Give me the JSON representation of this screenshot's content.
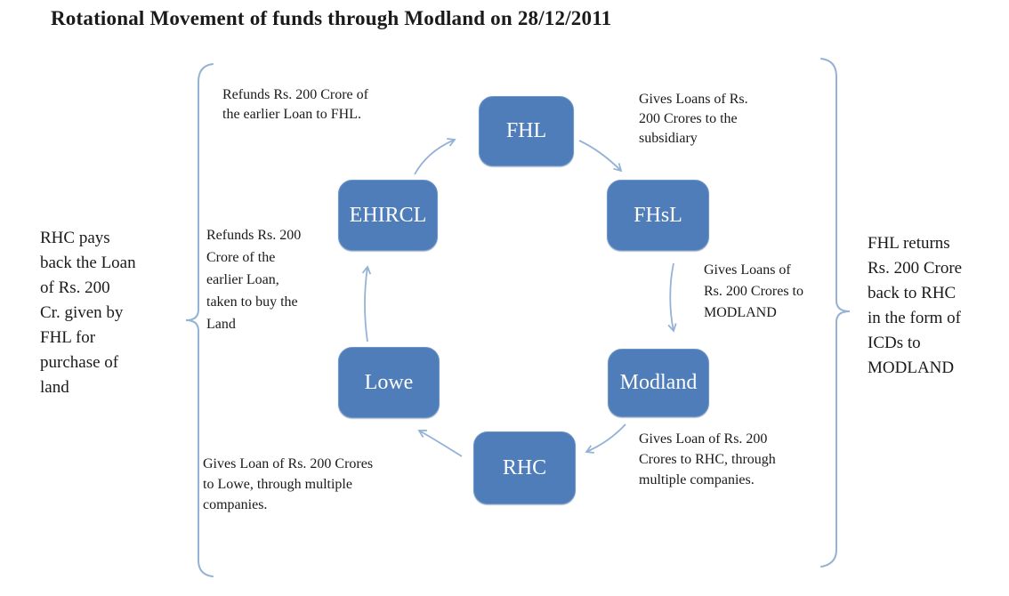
{
  "title": "Rotational Movement of funds through Modland on 28/12/2011",
  "colors": {
    "node_fill": "#4f7db9",
    "node_text": "#ffffff",
    "arrow": "#94b2d6",
    "text": "#1a1a1a"
  },
  "nodes": [
    {
      "id": "fhl",
      "label": "FHL"
    },
    {
      "id": "fhsl",
      "label": "FHsL"
    },
    {
      "id": "modland",
      "label": "Modland"
    },
    {
      "id": "rhc",
      "label": "RHC"
    },
    {
      "id": "lowe",
      "label": "Lowe"
    },
    {
      "id": "ehircl",
      "label": "EHIRCL"
    }
  ],
  "annotations": {
    "ehircl_to_fhl": "Refunds Rs. 200 Crore of\nthe earlier Loan to FHL.",
    "fhl_to_fhsl": "Gives Loans of Rs.\n200 Crores to the\nsubsidiary",
    "lowe_to_ehircl": "Refunds Rs. 200\nCrore of the\nearlier Loan,\ntaken to buy the\nLand",
    "fhsl_to_modland": "Gives Loans of\nRs. 200 Crores to\nMODLAND",
    "rhc_to_lowe": "Gives Loan of Rs. 200 Crores\nto Lowe, through multiple\ncompanies.",
    "modland_to_rhc": "Gives Loan of Rs. 200\nCrores to RHC, through\nmultiple companies."
  },
  "side_notes": {
    "left": "RHC pays\nback the Loan\nof  Rs. 200\nCr. given by\nFHL for\npurchase of\nland",
    "right": "FHL returns\nRs. 200 Crore\nback to RHC\nin the form of\nICDs to\nMODLAND"
  }
}
